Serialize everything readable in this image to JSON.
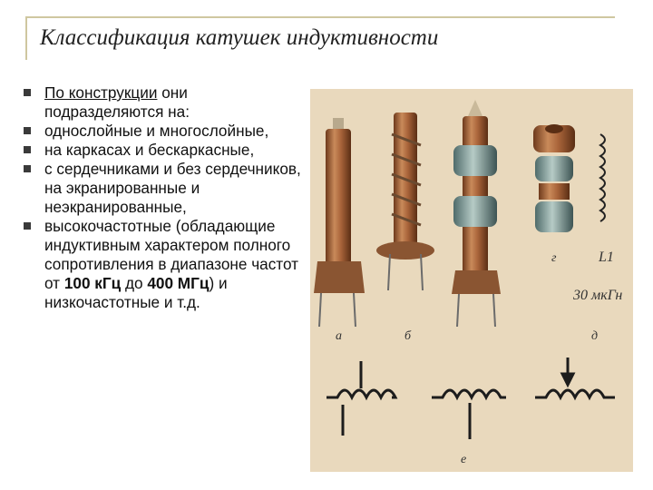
{
  "slide": {
    "title": "Классификация катушек индуктивности",
    "bullets": [
      {
        "lead": "По конструкции",
        "rest": " они подразделяются на:"
      },
      {
        "text": "однослойные и многослойные,"
      },
      {
        "text": "на каркасах и бескаркасные,"
      },
      {
        "text": "с сердечниками и без сердечников,"
      },
      {
        "indent": " на экранированные и неэкранированные,"
      },
      {
        "p1": " высокочастотные (обладающие индуктивным характером полного сопротивления в диапазоне частот от ",
        "b1": "100 кГц",
        "p2": " до ",
        "b2": "400 МГц",
        "p3": ") и низкочастотные и т.д."
      }
    ],
    "figure": {
      "labels": [
        "а",
        "б",
        "г",
        "д",
        "е"
      ],
      "designator": "L1",
      "value": "30 мкГн"
    }
  }
}
